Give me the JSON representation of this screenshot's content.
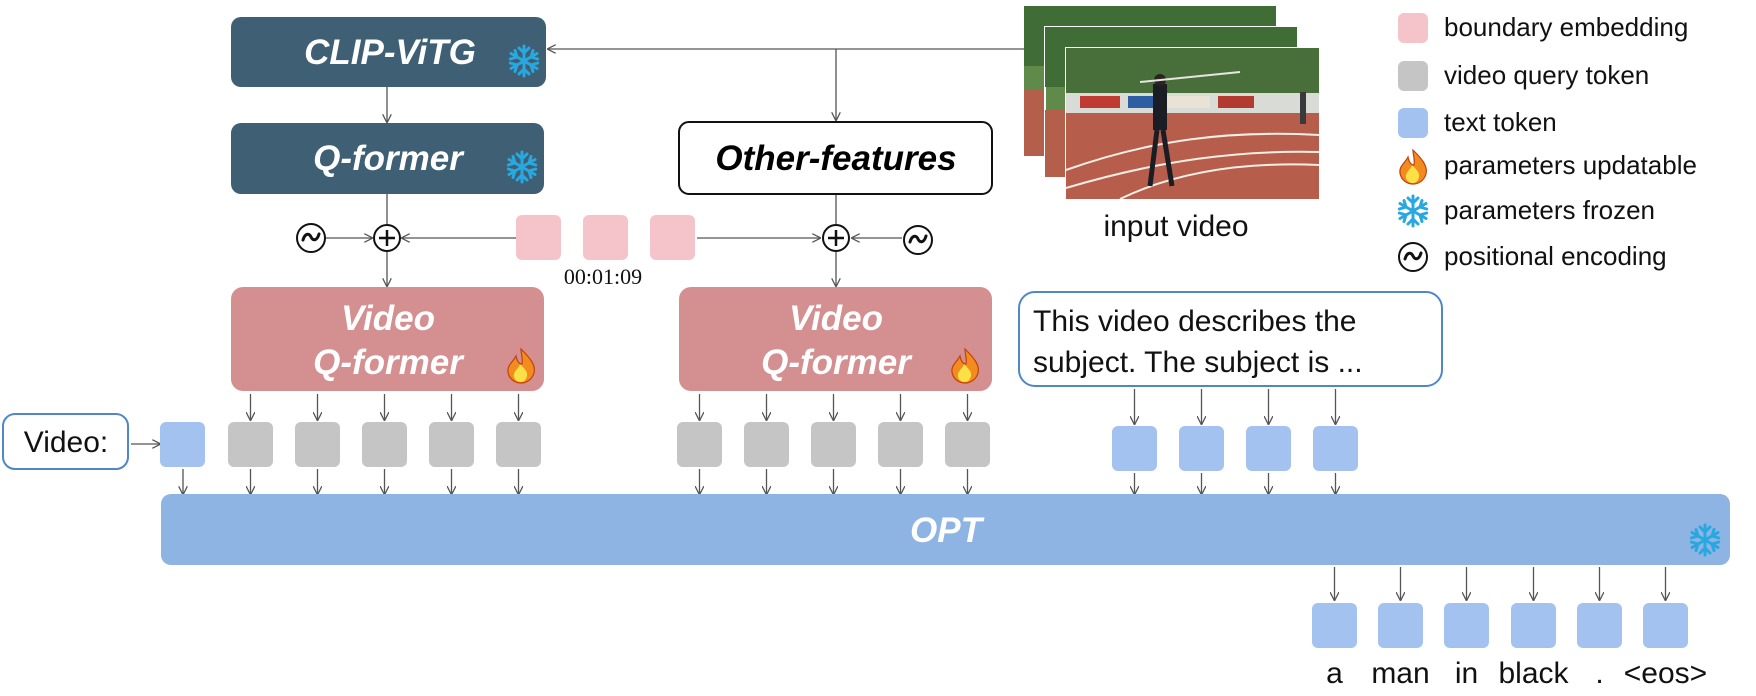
{
  "blocks": {
    "clip": "CLIP-ViTG",
    "qformer": "Q-former",
    "other": "Other-features",
    "vq_line1": "Video",
    "vq_line2": "Q-former",
    "opt": "OPT"
  },
  "timestamp": "00:01:09",
  "video_caption": "input video",
  "prompt": {
    "line1": "This video describes the",
    "line2": "subject. The subject is ..."
  },
  "video_label": "Video:",
  "output_tokens": [
    "a",
    "man",
    "in",
    "black",
    ".",
    "<eos>"
  ],
  "legend": [
    {
      "label": "boundary embedding",
      "icon": "pink-square"
    },
    {
      "label": "video query token",
      "icon": "gray-square"
    },
    {
      "label": "text token",
      "icon": "blue-square"
    },
    {
      "label": "parameters updatable",
      "icon": "fire-icon"
    },
    {
      "label": "parameters frozen",
      "icon": "snowflake-icon"
    },
    {
      "label": "positional encoding",
      "icon": "tilde-circle-icon"
    }
  ],
  "colors": {
    "frozen_block": "#3f5f74",
    "trainable_block": "#d48f90",
    "opt": "#8db4e2",
    "text_token": "#a4c2ef",
    "query_token": "#c5c5c5",
    "boundary": "#f5c4ca",
    "snowflake": "#29a8e0",
    "fire": "#f28c1e"
  }
}
